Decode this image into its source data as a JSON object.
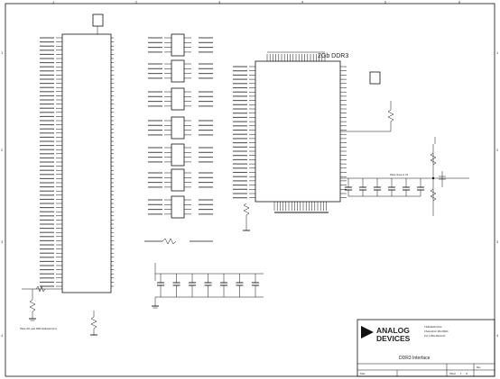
{
  "grid": {
    "columns": [
      "1",
      "2",
      "3",
      "4",
      "5",
      "6"
    ],
    "rows": [
      "1",
      "2",
      "3",
      "4"
    ]
  },
  "chip": {
    "title": "2Gb DDR3"
  },
  "title_block": {
    "logo_line1": "ANALOG",
    "logo_line2": "DEVICES",
    "lines": [
      "2 Elizabeth Drive",
      "Chelmsford, MA 01824",
      "PH: 1-800-ANALOG"
    ],
    "sheet_title": "DDR3 Interface",
    "date_label": "Date",
    "sheet_label": "Sheet",
    "sheet_value": "1",
    "of_label": "of",
    "rev_label": "Rev"
  },
  "notes": {
    "place_note_left": "Place this near DDR dedicated pins",
    "place_note_right": "Place close to U1"
  }
}
